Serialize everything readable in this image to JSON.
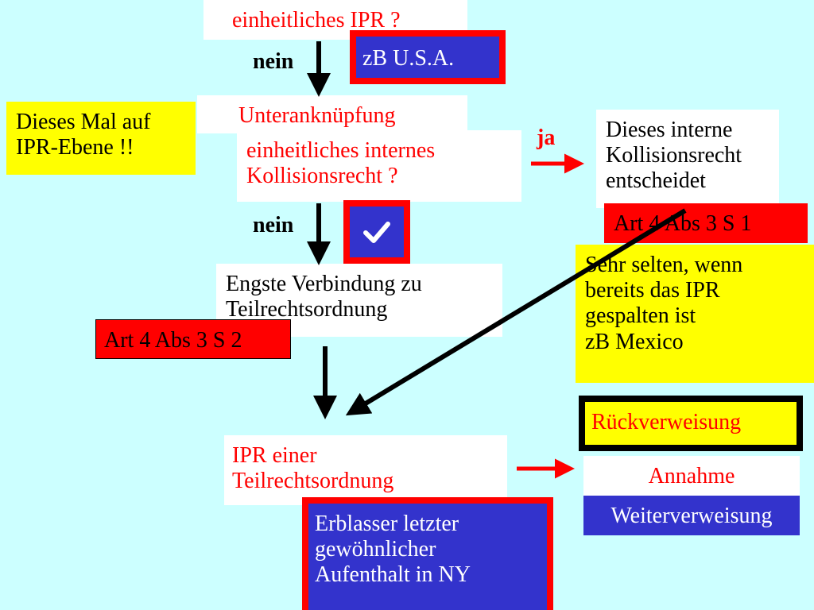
{
  "colors": {
    "background": "#ccffff",
    "white_box": "#ffffff",
    "highlight_yellow": "#ffff00",
    "accent_red": "#ff0000",
    "accent_blue": "#3333cc",
    "arrow_black": "#000000"
  },
  "boxes": {
    "einheitliches_ipr": "einheitliches IPR ?",
    "zb_usa": "zB U.S.A.",
    "dieses_mal": [
      "Dieses Mal auf",
      "IPR-Ebene !!"
    ],
    "unteranknuepfung": "Unteranknüpfung",
    "einheitliches_internes": [
      "einheitliches internes",
      "Kollisionsrecht ?"
    ],
    "dieses_interne": [
      "Dieses interne",
      "Kollisionsrecht",
      "entscheidet"
    ],
    "art_4_s1": "Art 4 Abs 3 S 1",
    "sehr_selten": [
      "Sehr selten, wenn",
      "bereits das IPR",
      "gespalten ist",
      "zB Mexico"
    ],
    "engste_verbindung": [
      "Engste Verbindung zu",
      "Teilrechtsordnung"
    ],
    "art_4_s2": "Art 4 Abs 3 S 2",
    "rueckverweisung": "Rückverweisung",
    "ipr_einer": [
      "IPR einer",
      "Teilrechtsordnung"
    ],
    "annahme": "Annahme",
    "weiterverweisung": "Weiterverweisung",
    "erblasser": [
      "Erblasser letzter",
      "gewöhnlicher",
      "Aufenthalt in NY"
    ]
  },
  "labels": {
    "nein_1": "nein",
    "nein_2": "nein",
    "ja": "ja"
  },
  "icons": {
    "checkmark": "check-icon"
  }
}
